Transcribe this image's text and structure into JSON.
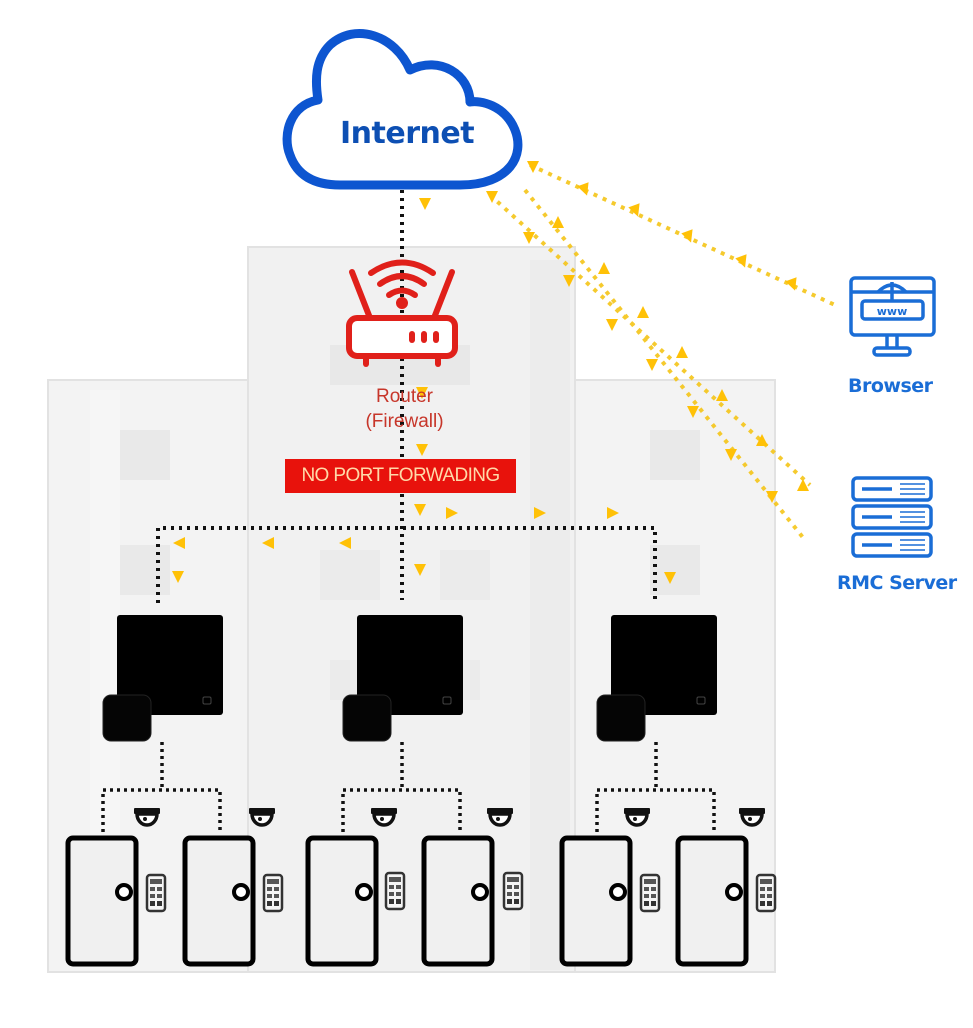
{
  "diagram": {
    "title": "",
    "colors": {
      "internet": "#0d55d0",
      "router": "#e0201a",
      "banner_bg": "#e8120c",
      "banner_text": "#ffd9a8",
      "side_icons": "#1a6dd6",
      "flow_arrows": "#ffc107",
      "building": "#f2f2f2",
      "devices": "#000000"
    },
    "nodes": {
      "internet": {
        "label": "Internet",
        "icon": "cloud-icon"
      },
      "router": {
        "label_line1": "Router",
        "label_line2": "(Firewall)",
        "icon": "wifi-router-icon"
      },
      "banner": {
        "label": "NO PORT FORWADING"
      },
      "browser": {
        "label": "Browser",
        "icon": "web-browser-monitor-icon"
      },
      "rmc_server": {
        "label": "RMC Server",
        "icon": "server-rack-icon"
      },
      "controllers": [
        {
          "name": "controller-left",
          "icon": "access-controller-icon"
        },
        {
          "name": "controller-center",
          "icon": "access-controller-icon"
        },
        {
          "name": "controller-right",
          "icon": "access-controller-icon"
        }
      ],
      "door_groups": [
        {
          "doors": 2,
          "cameras": 2,
          "keypads": 2
        },
        {
          "doors": 2,
          "cameras": 2,
          "keypads": 2
        },
        {
          "doors": 2,
          "cameras": 2,
          "keypads": 2
        }
      ]
    },
    "edges": [
      {
        "from": "internet",
        "to": "router",
        "style": "dotted"
      },
      {
        "from": "router",
        "to": "controllers",
        "style": "dotted"
      },
      {
        "from": "controllers",
        "to": "doors",
        "style": "dotted"
      },
      {
        "from": "internet",
        "to": "browser",
        "style": "dotted-arrows"
      },
      {
        "from": "internet",
        "to": "rmc_server",
        "style": "dotted-arrows"
      },
      {
        "from": "rmc_server",
        "to": "controllers",
        "style": "dotted-arrows"
      }
    ]
  }
}
